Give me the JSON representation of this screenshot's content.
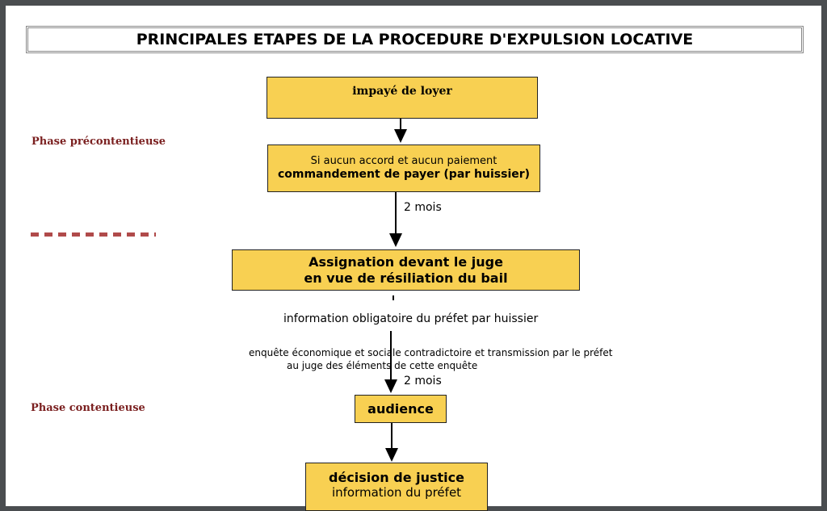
{
  "title": "PRINCIPALES ETAPES DE LA PROCEDURE D'EXPULSION LOCATIVE",
  "phases": {
    "pre": "Phase précontentieuse",
    "contentieuse": "Phase contentieuse"
  },
  "steps": {
    "impaye": "impayé de loyer",
    "commandement_line1": "Si aucun accord et aucun paiement",
    "commandement_line2": "commandement de payer (par huissier)",
    "assignation_line1": "Assignation devant le juge",
    "assignation_line2": "en vue de résiliation du bail",
    "audience": "audience",
    "decision_line1": "décision de justice",
    "decision_line2": "information du préfet"
  },
  "annotations": {
    "delay1": "2 mois",
    "info_prefet": "information obligatoire du préfet par huissier",
    "enquete_line1": "enquête économique et sociale  contradictoire et transmission par le préfet",
    "enquete_line2": "au juge des éléments de cette enquête",
    "delay2": "2 mois"
  },
  "colors": {
    "box_fill": "#f8d052",
    "phase_label": "#7a1f1f",
    "divider": "#b04a4a",
    "frame": "#4a4d50"
  }
}
